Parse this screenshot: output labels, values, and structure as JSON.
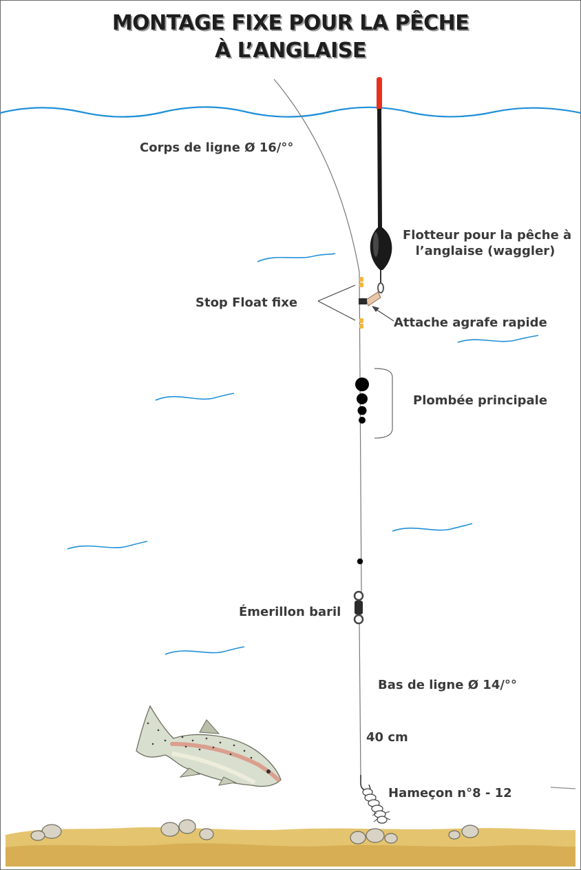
{
  "title": {
    "line1": "MONTAGE FIXE POUR LA PÊCHE",
    "line2": "À L’ANGLAISE"
  },
  "labels": {
    "corps_de_ligne": "Corps de ligne Ø 16/°°",
    "flotteur_line1": "Flotteur pour la pêche à",
    "flotteur_line2": "l’anglaise (waggler)",
    "stop_float": "Stop Float fixe",
    "attache": "Attache agrafe rapide",
    "plombee": "Plombée principale",
    "emerillon": "Émerillon baril",
    "bas_de_ligne": "Bas de ligne Ø 14/°°",
    "longueur": "40 cm",
    "hamecon": "Hameçon n°8 - 12"
  },
  "colors": {
    "water": "#1f8fd8",
    "line": "#555555",
    "float_tip": "#e8311d",
    "float_body": "#1a1a1a",
    "stop_float": "#f2b640",
    "sinker": "#000000",
    "riverbed": "#d9b25a"
  }
}
